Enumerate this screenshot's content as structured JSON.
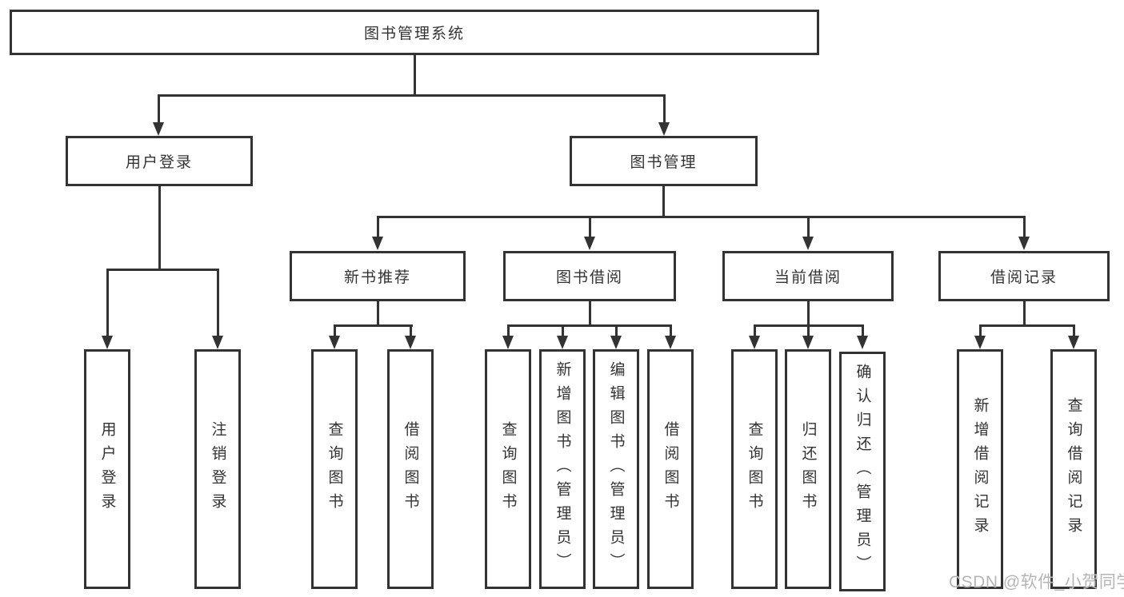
{
  "tree": {
    "label": "图书管理系统",
    "children": [
      {
        "label": "用户登录",
        "children": [
          {
            "label": "用户登录"
          },
          {
            "label": "注销登录"
          }
        ]
      },
      {
        "label": "图书管理",
        "children": [
          {
            "label": "新书推荐",
            "children": [
              {
                "label": "查询图书"
              },
              {
                "label": "借阅图书"
              }
            ]
          },
          {
            "label": "图书借阅",
            "children": [
              {
                "label": "查询图书"
              },
              {
                "label": "新增图书（管理员）"
              },
              {
                "label": "编辑图书（管理员）"
              },
              {
                "label": "借阅图书"
              }
            ]
          },
          {
            "label": "当前借阅",
            "children": [
              {
                "label": "查询图书"
              },
              {
                "label": "归还图书"
              },
              {
                "label": "确认归还（管理员）"
              }
            ]
          },
          {
            "label": "借阅记录",
            "children": [
              {
                "label": "新增借阅记录"
              },
              {
                "label": "查询借阅记录"
              }
            ]
          }
        ]
      }
    ]
  },
  "watermark": "CSDN @软件_小贺同学",
  "colors": {
    "line": "#333333",
    "text": "#333333",
    "watermark": "#b5b5b5",
    "background": "#ffffff"
  }
}
